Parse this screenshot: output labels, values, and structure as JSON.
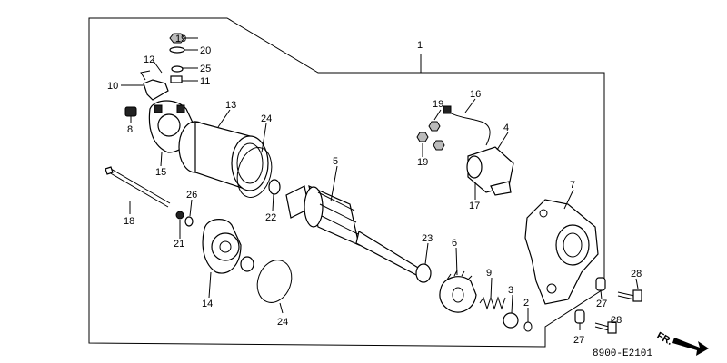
{
  "diagram": {
    "assembly_label": "1",
    "part_labels": [
      {
        "id": "19a",
        "text": "19"
      },
      {
        "id": "20",
        "text": "20"
      },
      {
        "id": "12",
        "text": "12"
      },
      {
        "id": "25",
        "text": "25"
      },
      {
        "id": "10",
        "text": "10"
      },
      {
        "id": "11",
        "text": "11"
      },
      {
        "id": "13",
        "text": "13"
      },
      {
        "id": "24a",
        "text": "24"
      },
      {
        "id": "8",
        "text": "8"
      },
      {
        "id": "15",
        "text": "15"
      },
      {
        "id": "18",
        "text": "18"
      },
      {
        "id": "26",
        "text": "26"
      },
      {
        "id": "21",
        "text": "21"
      },
      {
        "id": "22",
        "text": "22"
      },
      {
        "id": "5",
        "text": "5"
      },
      {
        "id": "14",
        "text": "14"
      },
      {
        "id": "24b",
        "text": "24"
      },
      {
        "id": "23",
        "text": "23"
      },
      {
        "id": "6",
        "text": "6"
      },
      {
        "id": "9",
        "text": "9"
      },
      {
        "id": "3",
        "text": "3"
      },
      {
        "id": "2",
        "text": "2"
      },
      {
        "id": "19b",
        "text": "19"
      },
      {
        "id": "16",
        "text": "16"
      },
      {
        "id": "4",
        "text": "4"
      },
      {
        "id": "19c",
        "text": "19"
      },
      {
        "id": "17",
        "text": "17"
      },
      {
        "id": "7",
        "text": "7"
      },
      {
        "id": "28a",
        "text": "28"
      },
      {
        "id": "27a",
        "text": "27"
      },
      {
        "id": "28b",
        "text": "28"
      },
      {
        "id": "27b",
        "text": "27"
      }
    ],
    "diagram_code": "8900-E2101",
    "direction_label": "FR."
  }
}
